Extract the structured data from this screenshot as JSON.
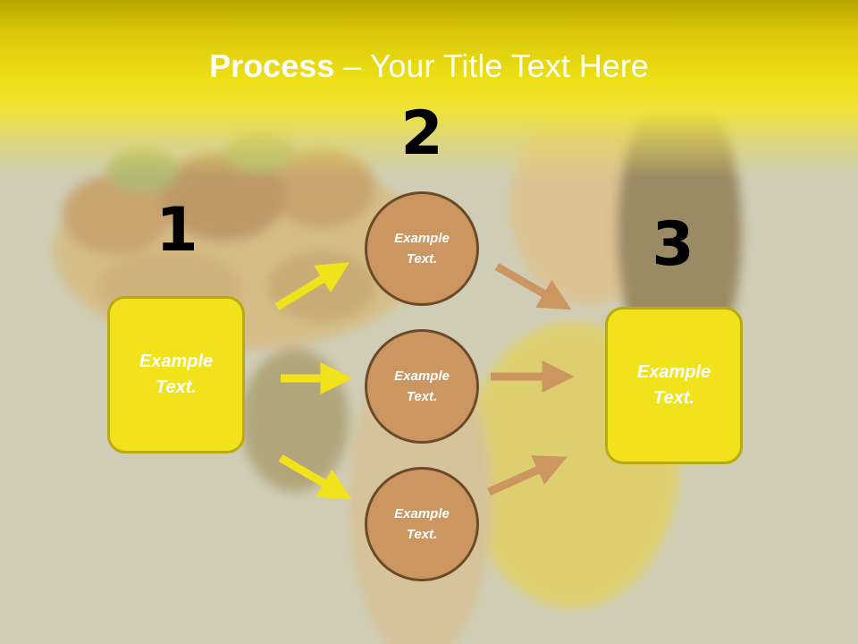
{
  "slide": {
    "title_bold": "Process",
    "title_rest": " – Your Title Text Here"
  },
  "steps": {
    "step1_number": "1",
    "step2_number": "2",
    "step3_number": "3"
  },
  "boxes": {
    "left_text": "Example Text.",
    "right_text": "Example Text."
  },
  "circles": [
    {
      "text": "Example Text."
    },
    {
      "text": "Example Text."
    },
    {
      "text": "Example Text."
    }
  ],
  "colors": {
    "title_band": "#eee016",
    "box_fill": "#f2e21c",
    "box_border": "#b8aa10",
    "circle_fill": "#cc9660",
    "circle_border": "#6b4a2a",
    "arrow_yellow": "#f2e21c",
    "arrow_brown": "#cc9660"
  }
}
